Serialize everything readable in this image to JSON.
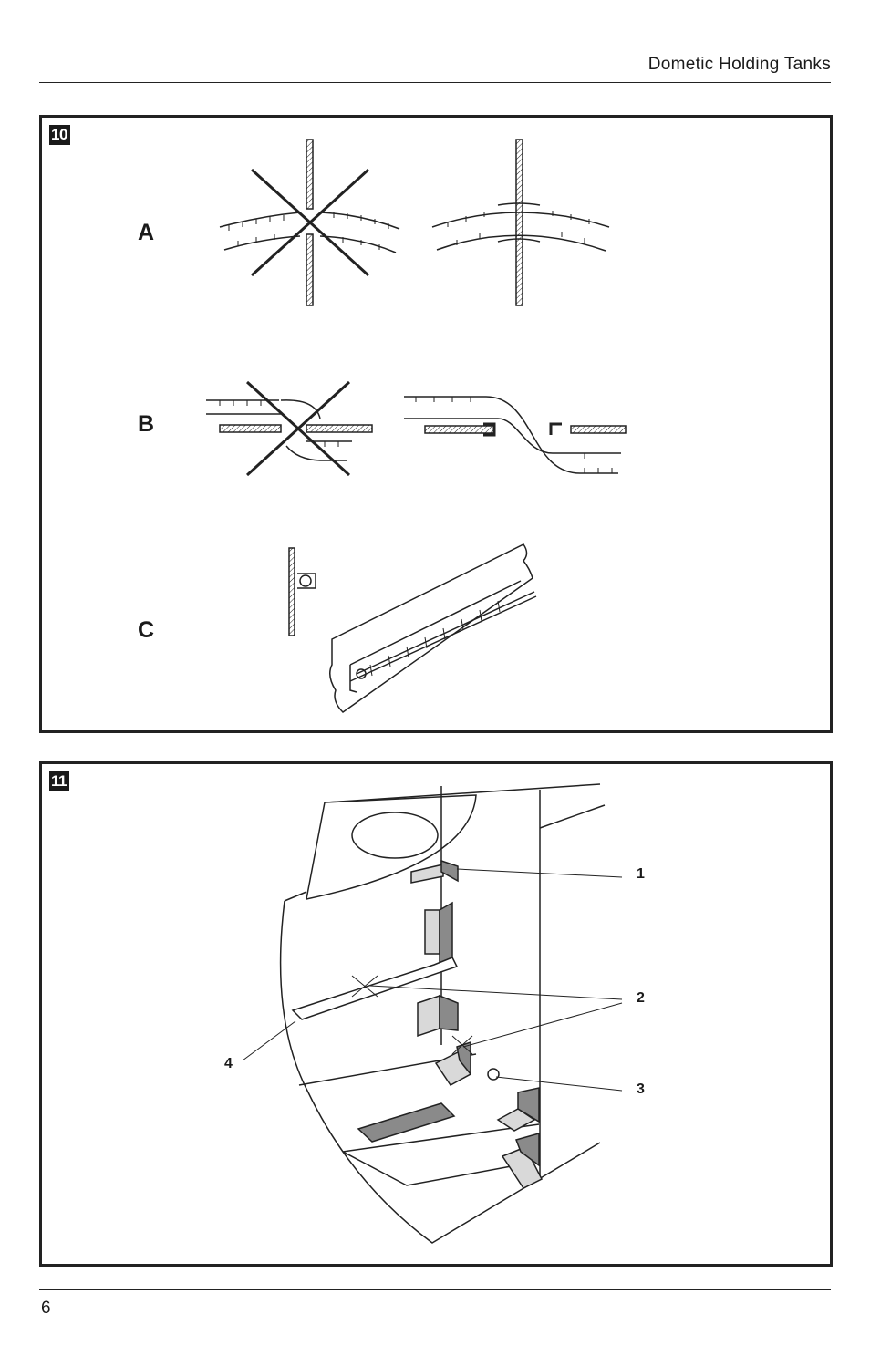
{
  "header": {
    "title": "Dometic Holding Tanks"
  },
  "figures": [
    {
      "number": "10",
      "rows": [
        "A",
        "B",
        "C"
      ]
    },
    {
      "number": "11",
      "callouts": [
        "1",
        "2",
        "3",
        "4"
      ]
    }
  ],
  "footer": {
    "page_number": "6"
  }
}
